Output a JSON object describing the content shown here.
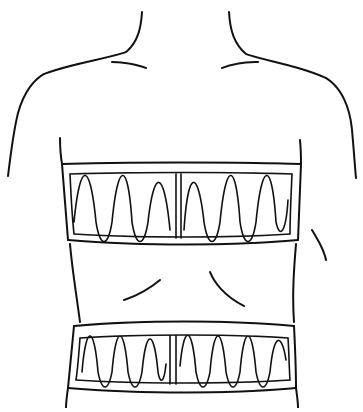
{
  "figure": {
    "subject": "torso-outline",
    "bands": [
      "chest-band",
      "waist-band"
    ],
    "colors": {
      "line": "#111111",
      "background": "#ffffff"
    }
  }
}
